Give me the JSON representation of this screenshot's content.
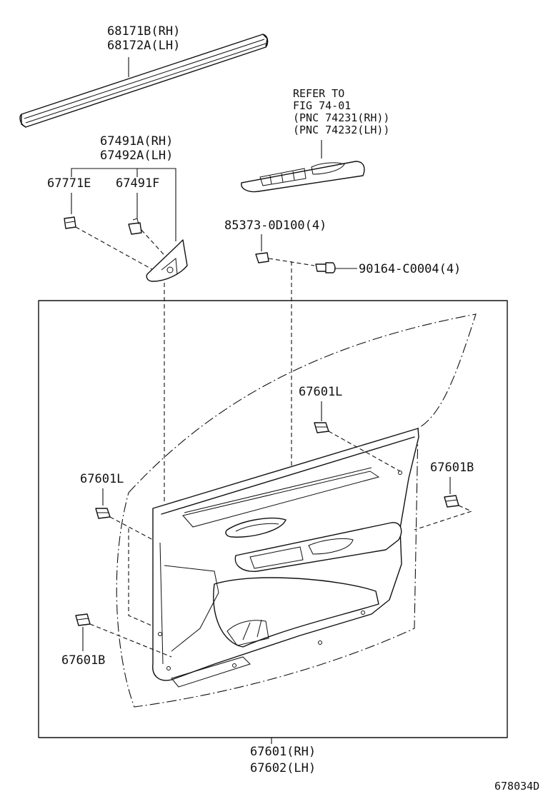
{
  "labels": {
    "p68171b": "68171B(RH)",
    "p68172a": "68172A(LH)",
    "refer_line1": "REFER TO",
    "refer_line2": "FIG 74-01",
    "refer_line3": "(PNC 74231(RH))",
    "refer_line4": "(PNC 74232(LH))",
    "p67491a": "67491A(RH)",
    "p67492a": "67492A(LH)",
    "p67771e": "67771E",
    "p67491f": "67491F",
    "p85373": "85373-0D100(4)",
    "p90164": "90164-C0004(4)",
    "p67601l_top": "67601L",
    "p67601l_left": "67601L",
    "p67601b_right": "67601B",
    "p67601b_left": "67601B",
    "p67601": "67601(RH)",
    "p67602": "67602(LH)",
    "figure_code": "678034D"
  }
}
